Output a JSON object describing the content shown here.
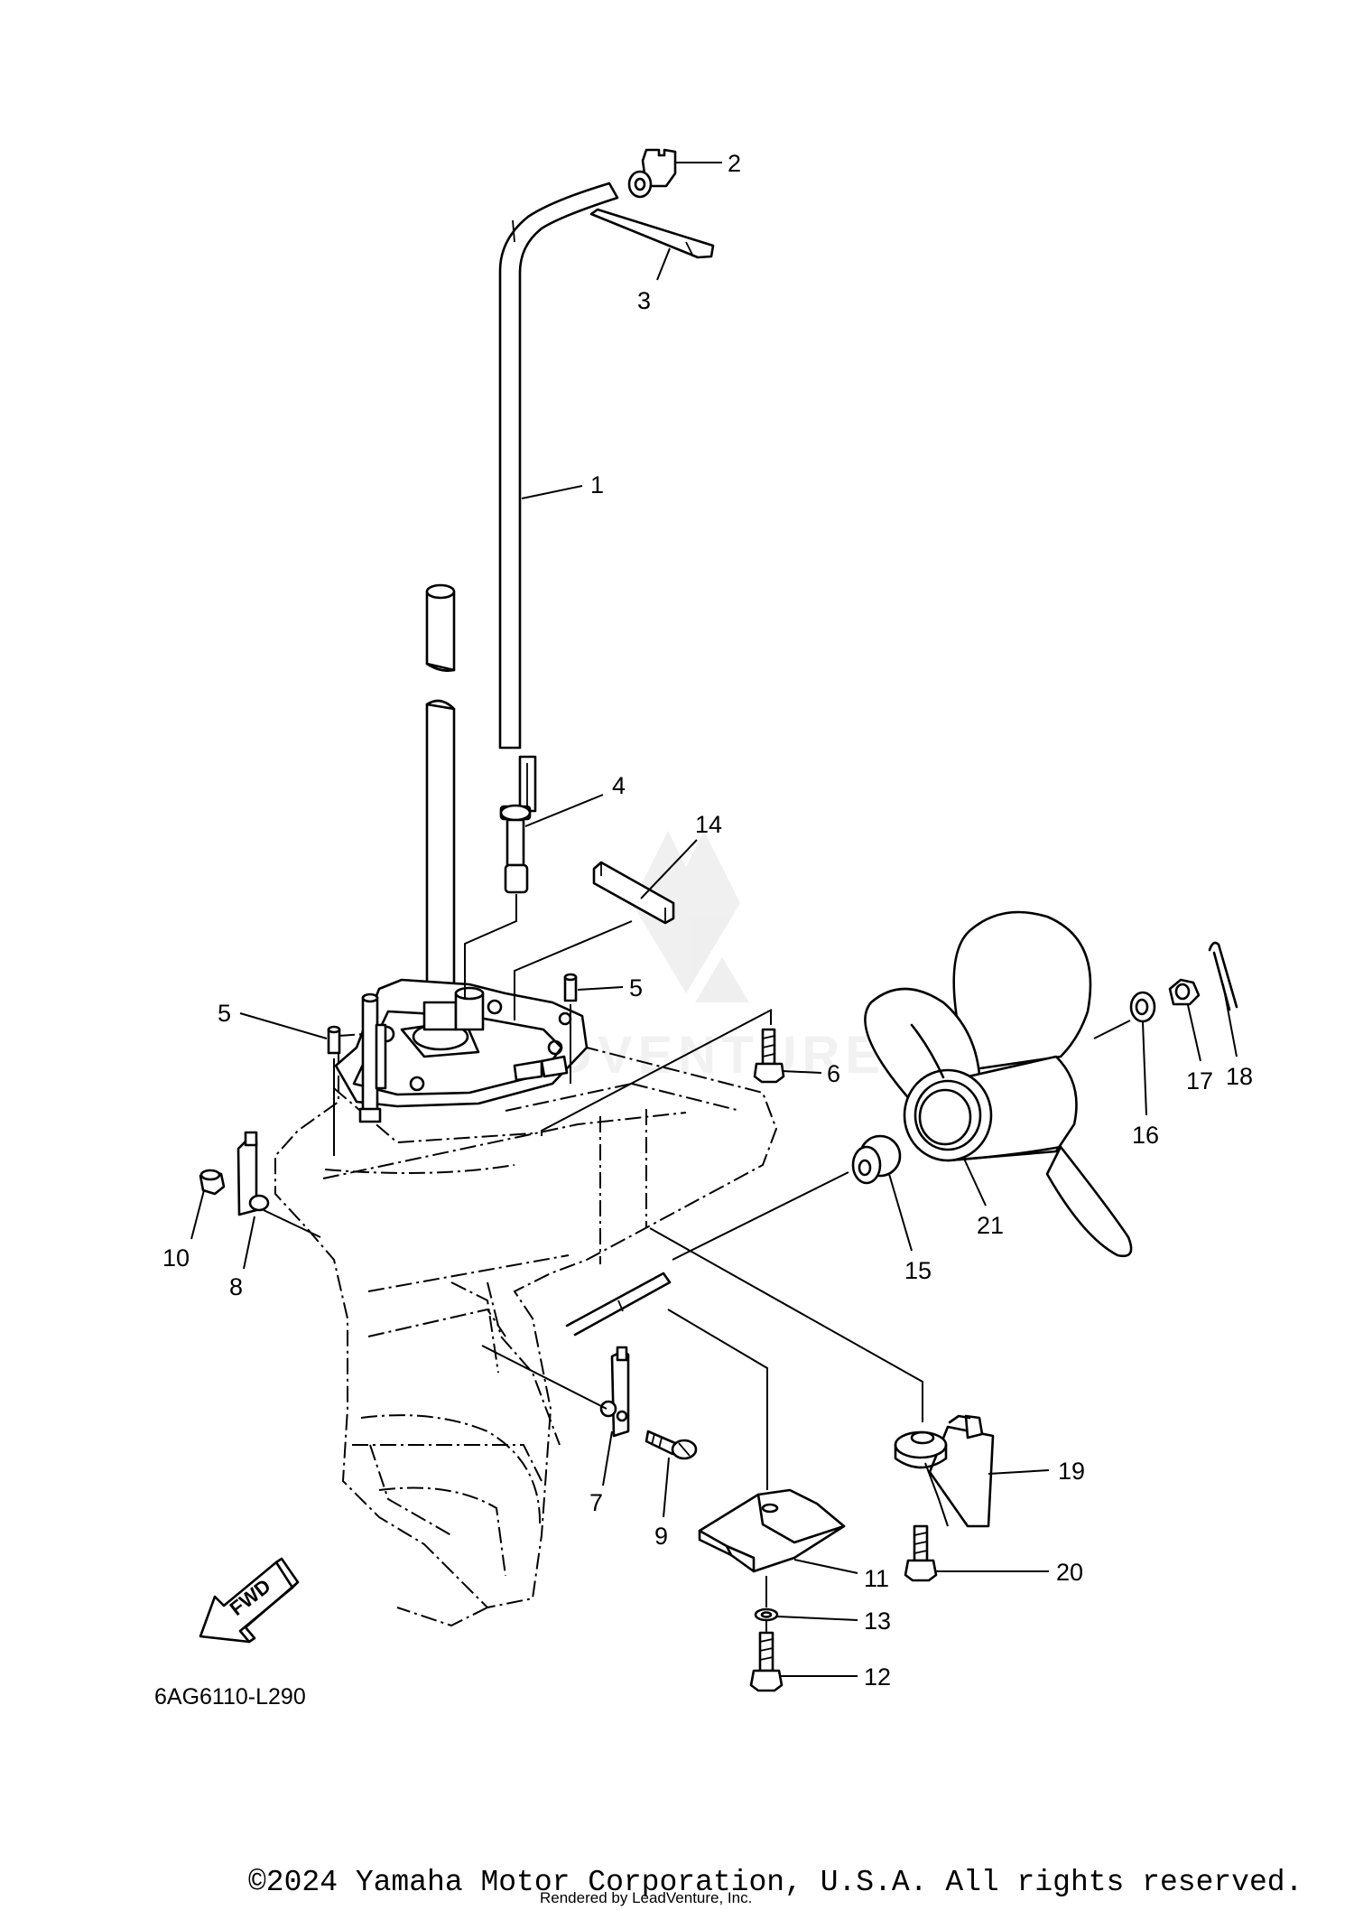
{
  "diagram": {
    "code": "6AG6110-L290",
    "fwd_label": "FWD",
    "watermark": "LEADVENTURE",
    "callouts": [
      "1",
      "2",
      "3",
      "4",
      "5",
      "5",
      "6",
      "7",
      "8",
      "9",
      "10",
      "11",
      "12",
      "13",
      "14",
      "15",
      "16",
      "17",
      "18",
      "19",
      "20",
      "21"
    ]
  },
  "footer": {
    "copyright": "©2024 Yamaha Motor Corporation, U.S.A. All rights reserved.",
    "rendered_by": "Rendered by LeadVenture, Inc."
  }
}
